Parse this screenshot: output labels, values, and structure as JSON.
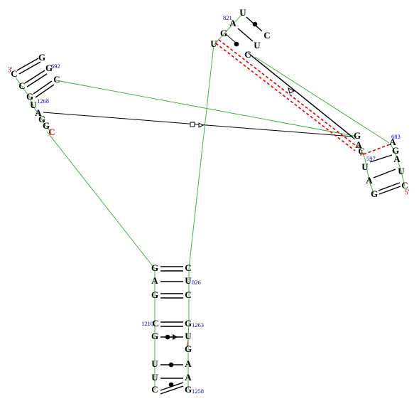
{
  "ends": {
    "three_prime": "3'",
    "five_prime": "5'"
  },
  "numbers": {
    "n821": "821",
    "n692": "692",
    "n1268": "1268",
    "n683": "683",
    "n597": "597",
    "n826": "826",
    "n1210": "1210",
    "n1263": "1263",
    "n1258": "1258"
  },
  "nucleotides": {
    "top_u1": "U",
    "top_c1": "C",
    "top_a": "A",
    "top_u2": "U",
    "top_g": "G",
    "top_c2": "C",
    "top_u3": "U",
    "left_g1": "G",
    "left_c1": "C",
    "left_g2": "G",
    "left_c2": "C",
    "left_c3": "C",
    "left_g3": "G",
    "left_u": "U",
    "left_a": "A",
    "left_g4": "G",
    "left_g5": "G",
    "left_c_red": "C",
    "right_g": "G",
    "right_a1": "A",
    "right_c1": "C",
    "right_u1": "U",
    "right_a2": "A",
    "right_g2": "G",
    "right_a3": "A",
    "right_u2": "U",
    "right_a4": "A",
    "right_c2": "C",
    "right_g3": "G",
    "bot_g1": "G",
    "bot_c1": "C",
    "bot_a1": "A",
    "bot_u1": "U",
    "bot_g2": "G",
    "bot_c2": "C",
    "bot_c3": "C",
    "bot_g3": "G",
    "bot_g4": "G",
    "bot_u2": "U",
    "bot_g5": "G",
    "bot_u3": "U",
    "bot_a2": "A",
    "bot_u4": "U",
    "bot_a3": "A",
    "bot_c4": "C",
    "bot_g6": "G"
  },
  "colors": {
    "backbone": "#3aa63a",
    "pair": "#000000",
    "noncanonical": "#e00000",
    "numbers": "#0000cc"
  }
}
